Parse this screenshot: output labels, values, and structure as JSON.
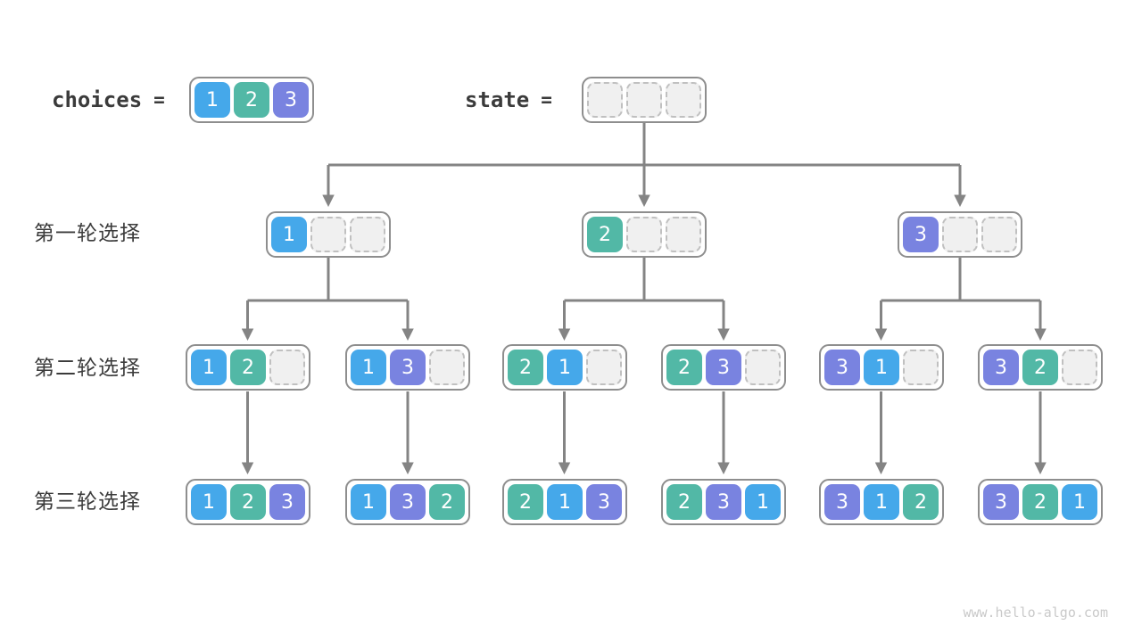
{
  "diagram": {
    "header": {
      "choices_label": "choices",
      "choices_equals": "=",
      "choices_cells": [
        "1",
        "2",
        "3"
      ],
      "state_label": "state",
      "state_equals": "=",
      "state_cells": [
        "",
        "",
        ""
      ]
    },
    "row_labels": [
      "第一轮选择",
      "第二轮选择",
      "第三轮选择"
    ],
    "tree": {
      "level1": [
        [
          "1",
          "",
          ""
        ],
        [
          "2",
          "",
          ""
        ],
        [
          "3",
          "",
          ""
        ]
      ],
      "level2": [
        [
          "1",
          "2",
          ""
        ],
        [
          "1",
          "3",
          ""
        ],
        [
          "2",
          "1",
          ""
        ],
        [
          "2",
          "3",
          ""
        ],
        [
          "3",
          "1",
          ""
        ],
        [
          "3",
          "2",
          ""
        ]
      ],
      "level3": [
        [
          "1",
          "2",
          "3"
        ],
        [
          "1",
          "3",
          "2"
        ],
        [
          "2",
          "1",
          "3"
        ],
        [
          "2",
          "3",
          "1"
        ],
        [
          "3",
          "1",
          "2"
        ],
        [
          "3",
          "2",
          "1"
        ]
      ]
    },
    "watermark": "www.hello-algo.com",
    "colors": {
      "value1": "#45A8EA",
      "value2": "#52B8A6",
      "value3": "#7983E0",
      "empty_fill": "#F0F0F0",
      "empty_border": "#C0C0C0",
      "box_border": "#8E8E8E",
      "arrow": "#848484",
      "text": "#3B3B3B",
      "watermark": "#C9C9C9"
    }
  }
}
